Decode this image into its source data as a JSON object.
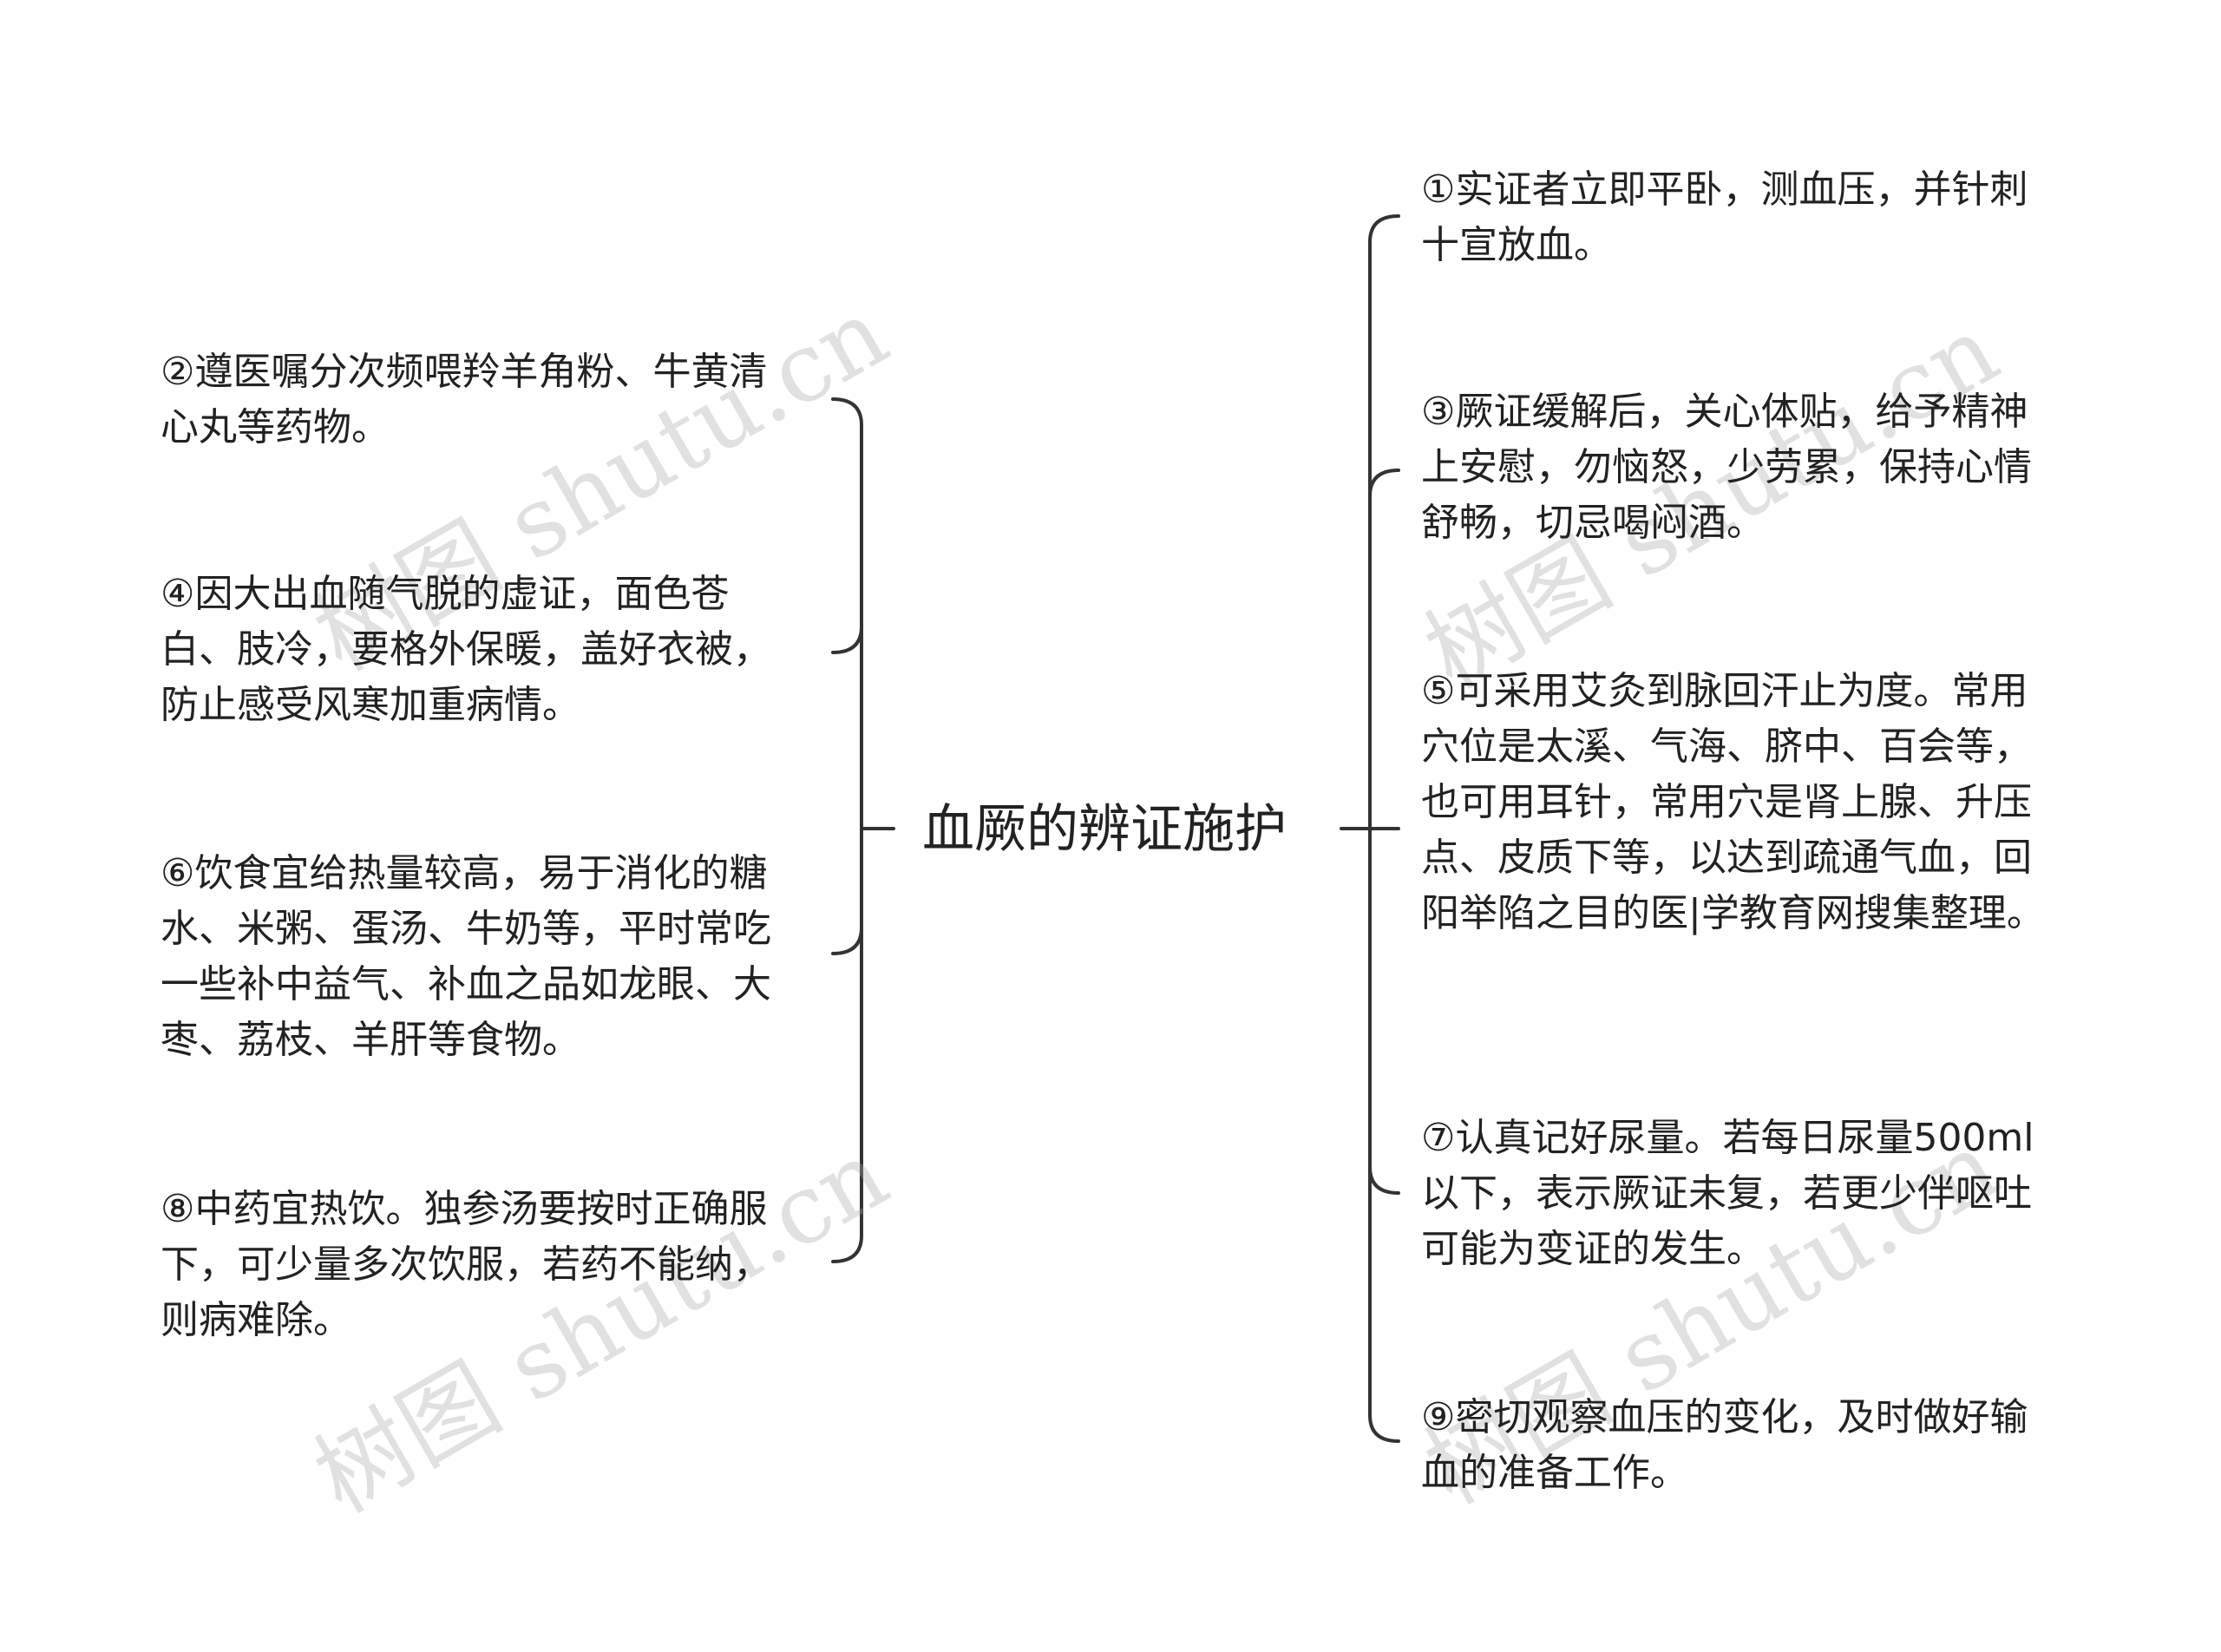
{
  "root": {
    "label": "血厥的辨证施护"
  },
  "left_nodes": [
    {
      "text": "②遵医嘱分次频喂羚羊角粉、牛黄清心丸等药物。"
    },
    {
      "text": "④因大出血随气脱的虚证，面色苍白、肢冷，要格外保暖，盖好衣被，防止感受风寒加重病情。"
    },
    {
      "text": "⑥饮食宜给热量较高，易于消化的糖水、米粥、蛋汤、牛奶等，平时常吃一些补中益气、补血之品如龙眼、大枣、荔枝、羊肝等食物。"
    },
    {
      "text": "⑧中药宜热饮。独参汤要按时正确服下，可少量多次饮服，若药不能纳，则病难除。"
    }
  ],
  "right_nodes": [
    {
      "text": "①实证者立即平卧，测血压，并针刺十宣放血。"
    },
    {
      "text": "③厥证缓解后，关心体贴，给予精神上安慰，勿恼怒，少劳累，保持心情舒畅，切忌喝闷酒。"
    },
    {
      "text": "⑤可采用艾灸到脉回汗止为度。常用穴位是太溪、气海、脐中、百会等，也可用耳针，常用穴是肾上腺、升压点、皮质下等，以达到疏通气血，回阳举陷之目的医|学教育网搜集整理。"
    },
    {
      "text": "⑦认真记好尿量。若每日尿量500ml以下，表示厥证未复，若更少伴呕吐可能为变证的发生。"
    },
    {
      "text": "⑨密切观察血压的变化，及时做好输血的准备工作。"
    }
  ],
  "watermark": "树图 shutu.cn",
  "colors": {
    "line": "#333333",
    "text": "#222222"
  }
}
